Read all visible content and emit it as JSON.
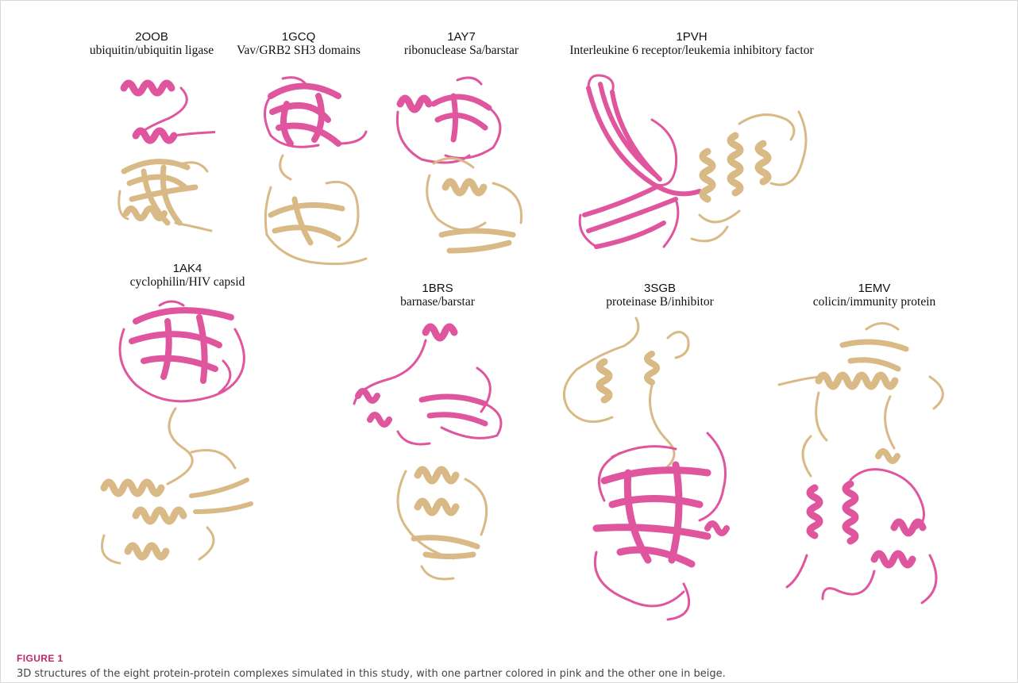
{
  "colors": {
    "partner_a": "#e0569e",
    "partner_b": "#d9b985",
    "caption_label": "#c0266e"
  },
  "panels": [
    {
      "pdb_id": "2OOB",
      "description": "ubiquitin/ubiquitin ligase"
    },
    {
      "pdb_id": "1GCQ",
      "description": "Vav/GRB2 SH3 domains"
    },
    {
      "pdb_id": "1AY7",
      "description": "ribonuclease Sa/barstar"
    },
    {
      "pdb_id": "1PVH",
      "description": "Interleukine 6 receptor/leukemia inhibitory factor"
    },
    {
      "pdb_id": "1AK4",
      "description": "cyclophilin/HIV capsid"
    },
    {
      "pdb_id": "1BRS",
      "description": "barnase/barstar"
    },
    {
      "pdb_id": "3SGB",
      "description": "proteinase B/inhibitor"
    },
    {
      "pdb_id": "1EMV",
      "description": "colicin/immunity protein"
    }
  ],
  "figure": {
    "label": "FIGURE 1",
    "caption": "3D structures of the eight protein-protein complexes simulated in this study, with one partner colored in pink and the other one in beige."
  }
}
